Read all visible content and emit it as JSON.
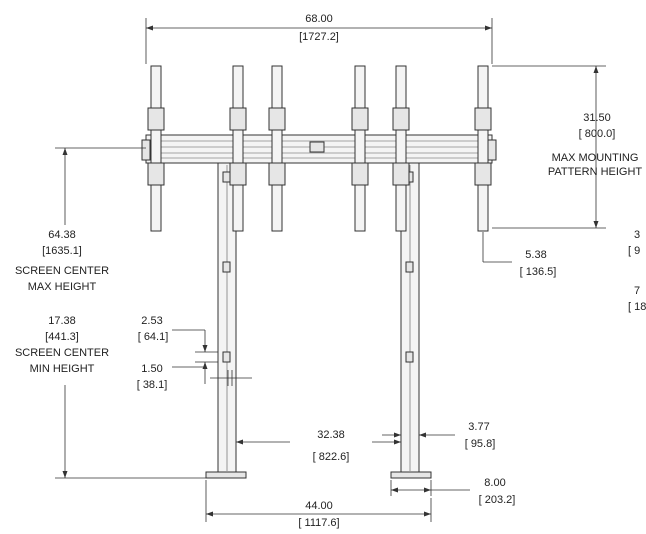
{
  "dimensions": {
    "overall_width": {
      "value": "68.00",
      "metric": "[1727.2]"
    },
    "max_mounting_pattern": {
      "value": "31.50",
      "metric": "[ 800.0]",
      "line1": "MAX MOUNTING",
      "line2": "PATTERN HEIGHT"
    },
    "screen_center_max": {
      "value": "64.38",
      "metric": "[1635.1]",
      "line1": "SCREEN CENTER",
      "line2": "MAX HEIGHT"
    },
    "screen_center_min": {
      "value": "17.38",
      "metric": "[441.3]",
      "line1": "SCREEN CENTER",
      "line2": "MIN HEIGHT"
    },
    "bracket_offset": {
      "value": "5.38",
      "metric": "[ 136.5]"
    },
    "slot_pitch": {
      "value": "2.53",
      "metric": "[ 64.1]"
    },
    "slot_height": {
      "value": "1.50",
      "metric": "[ 38.1]"
    },
    "leg_inner_gap": {
      "value": "32.38",
      "metric": "[ 822.6]"
    },
    "leg_width": {
      "value": "3.77",
      "metric": "[ 95.8]"
    },
    "foot_width": {
      "value": "8.00",
      "metric": "[ 203.2]"
    },
    "leg_spacing": {
      "value": "44.00",
      "metric": "[ 1117.6]"
    },
    "cut_a": {
      "value": "3",
      "metric": "[ 9"
    },
    "cut_b": {
      "value": "7",
      "metric": "[ 18"
    }
  }
}
